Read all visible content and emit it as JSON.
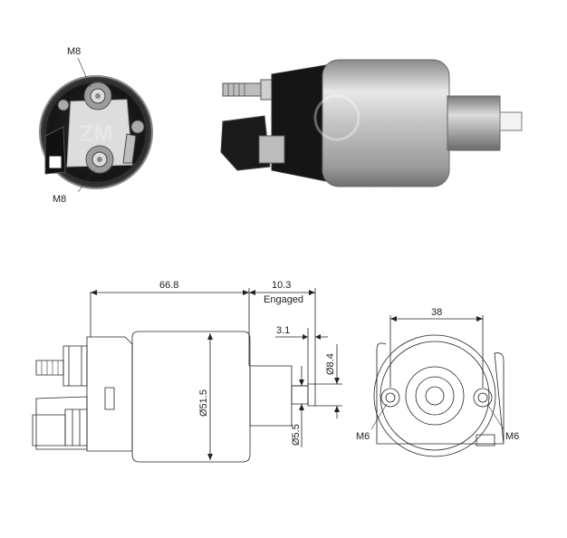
{
  "photo_end": {
    "label_top": "M8",
    "label_bottom": "M8"
  },
  "side_drawing": {
    "length": "66.8",
    "stroke": "10.3",
    "stroke_note": "Engaged",
    "step": "3.1",
    "tip_diameter": "Ø8.4",
    "body_diameter": "Ø51.5",
    "plunger_diameter": "Ø5.5"
  },
  "end_drawing": {
    "bolt_spacing": "38",
    "left_thread": "M6",
    "right_thread": "M6"
  },
  "colors": {
    "line": "#222222",
    "metal": "#b9b9b9",
    "plastic": "#1a1a1a"
  }
}
